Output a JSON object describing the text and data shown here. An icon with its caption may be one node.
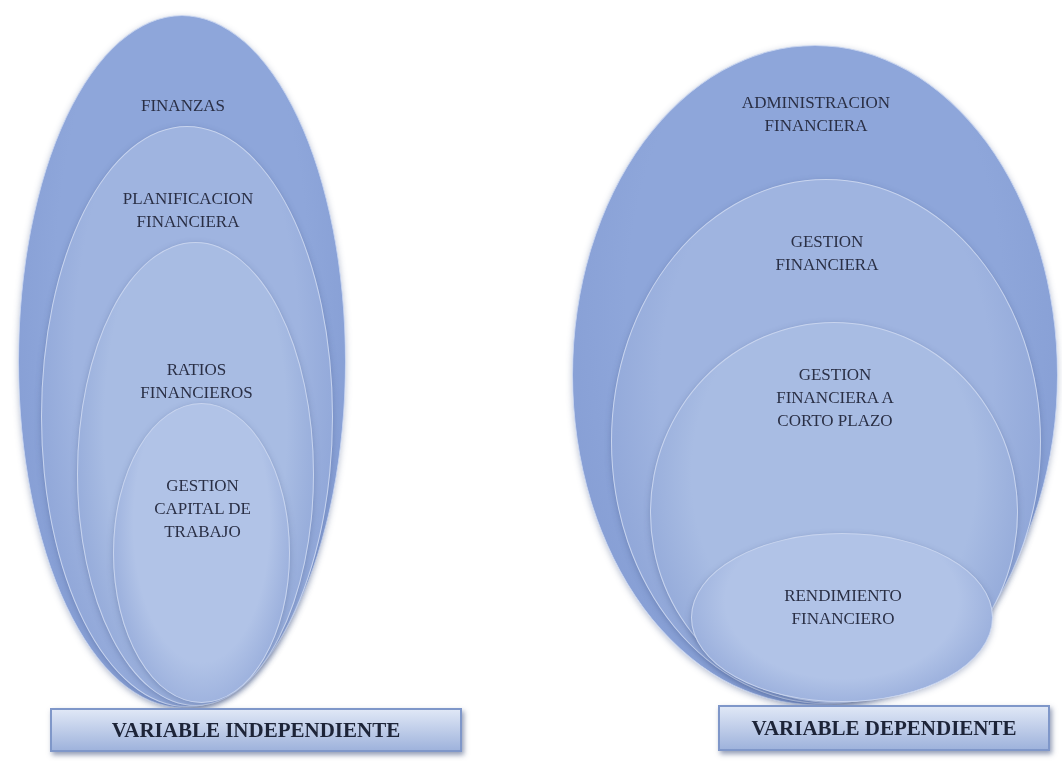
{
  "diagram": {
    "nodes": [
      {
        "text": [
          "FINANZAS"
        ]
      },
      {
        "text": [
          "PLANIFICACION FINANCIERA"
        ],
        "in": 0
      },
      {
        "text": [
          "RATIOS FINANCIEROS"
        ],
        "in": 1
      },
      {
        "text": [
          "GESTION CAPITAL DE TRABAJO"
        ],
        "in": 2
      },
      {
        "text": [
          "VARIABLE INDEPENDIENTE"
        ]
      },
      {
        "text": [
          "ADMINISTRACION FINANCIERA"
        ]
      },
      {
        "text": [
          "GESTION FINANCIERA"
        ],
        "in": 5
      },
      {
        "text": [
          "GESTION FINANCIERA A CORTO PLAZO"
        ],
        "in": 6
      },
      {
        "text": [
          "RENDIMIENTO FINANCIERO"
        ],
        "in": 7
      },
      {
        "text": [
          "VARIABLE DEPENDIENTE"
        ]
      }
    ]
  }
}
